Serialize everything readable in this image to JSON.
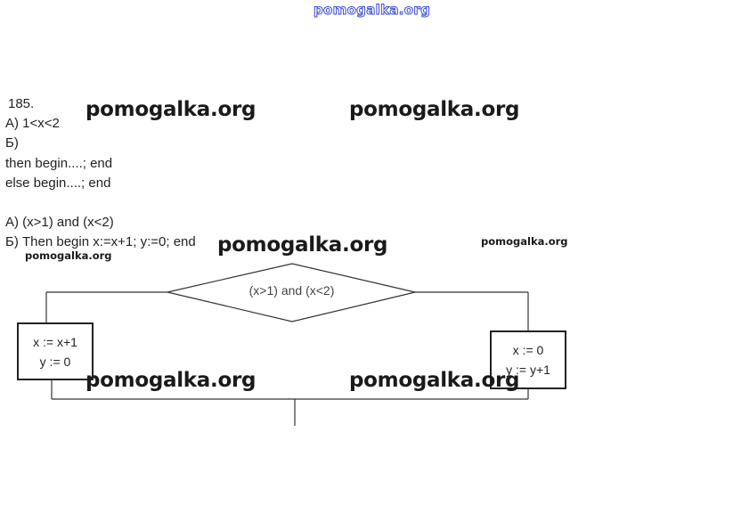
{
  "header": {
    "site": "pomogalka.org"
  },
  "problem": {
    "number": "185.",
    "lines": [
      "А) 1<x<2",
      "Б)",
      "then begin....; end",
      "else begin....; end",
      "А) (x>1) and (x<2)",
      "Б) Then begin x:=x+1; y:=0; end"
    ]
  },
  "flowchart": {
    "condition": "(x>1) and (x<2)",
    "left_box": {
      "line1": "x := x+1",
      "line2": "y := 0"
    },
    "right_box": {
      "line1": "x := 0",
      "line2": "y := y+1"
    }
  },
  "watermarks": {
    "big": "pomogalka.org",
    "small": "pomogalka.org"
  }
}
